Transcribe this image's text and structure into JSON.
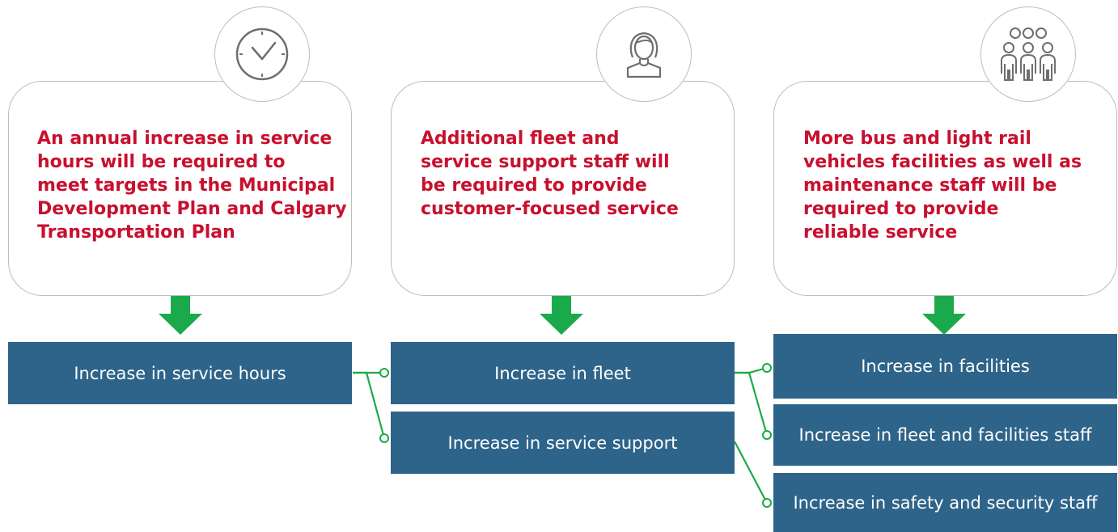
{
  "columns": [
    {
      "icon": "clock-icon",
      "lines": [
        "An annual increase in service",
        "hours will be required to",
        "meet targets in the Municipal",
        "Development Plan and Calgary",
        "Transportation Plan"
      ],
      "boxes": [
        "Increase in service hours"
      ]
    },
    {
      "icon": "woman-icon",
      "lines": [
        "Additional fleet and",
        "service support staff will",
        "be required to provide",
        "customer-focused service"
      ],
      "boxes": [
        "Increase in fleet",
        "Increase in service support"
      ]
    },
    {
      "icon": "group-of-people-icon",
      "lines": [
        "More bus and light rail",
        "vehicles facilities as well as",
        "maintenance staff will be",
        "required to provide",
        "reliable service"
      ],
      "boxes": [
        "Increase in facilities",
        "Increase in fleet and facilities staff",
        "Increase in safety and security staff"
      ]
    }
  ],
  "colors": {
    "heading_text": "#c8102e",
    "box_fill": "#2e6489",
    "arrow": "#1aaa4b",
    "connector": "#1aaa4b",
    "border": "#bdbdbd"
  }
}
